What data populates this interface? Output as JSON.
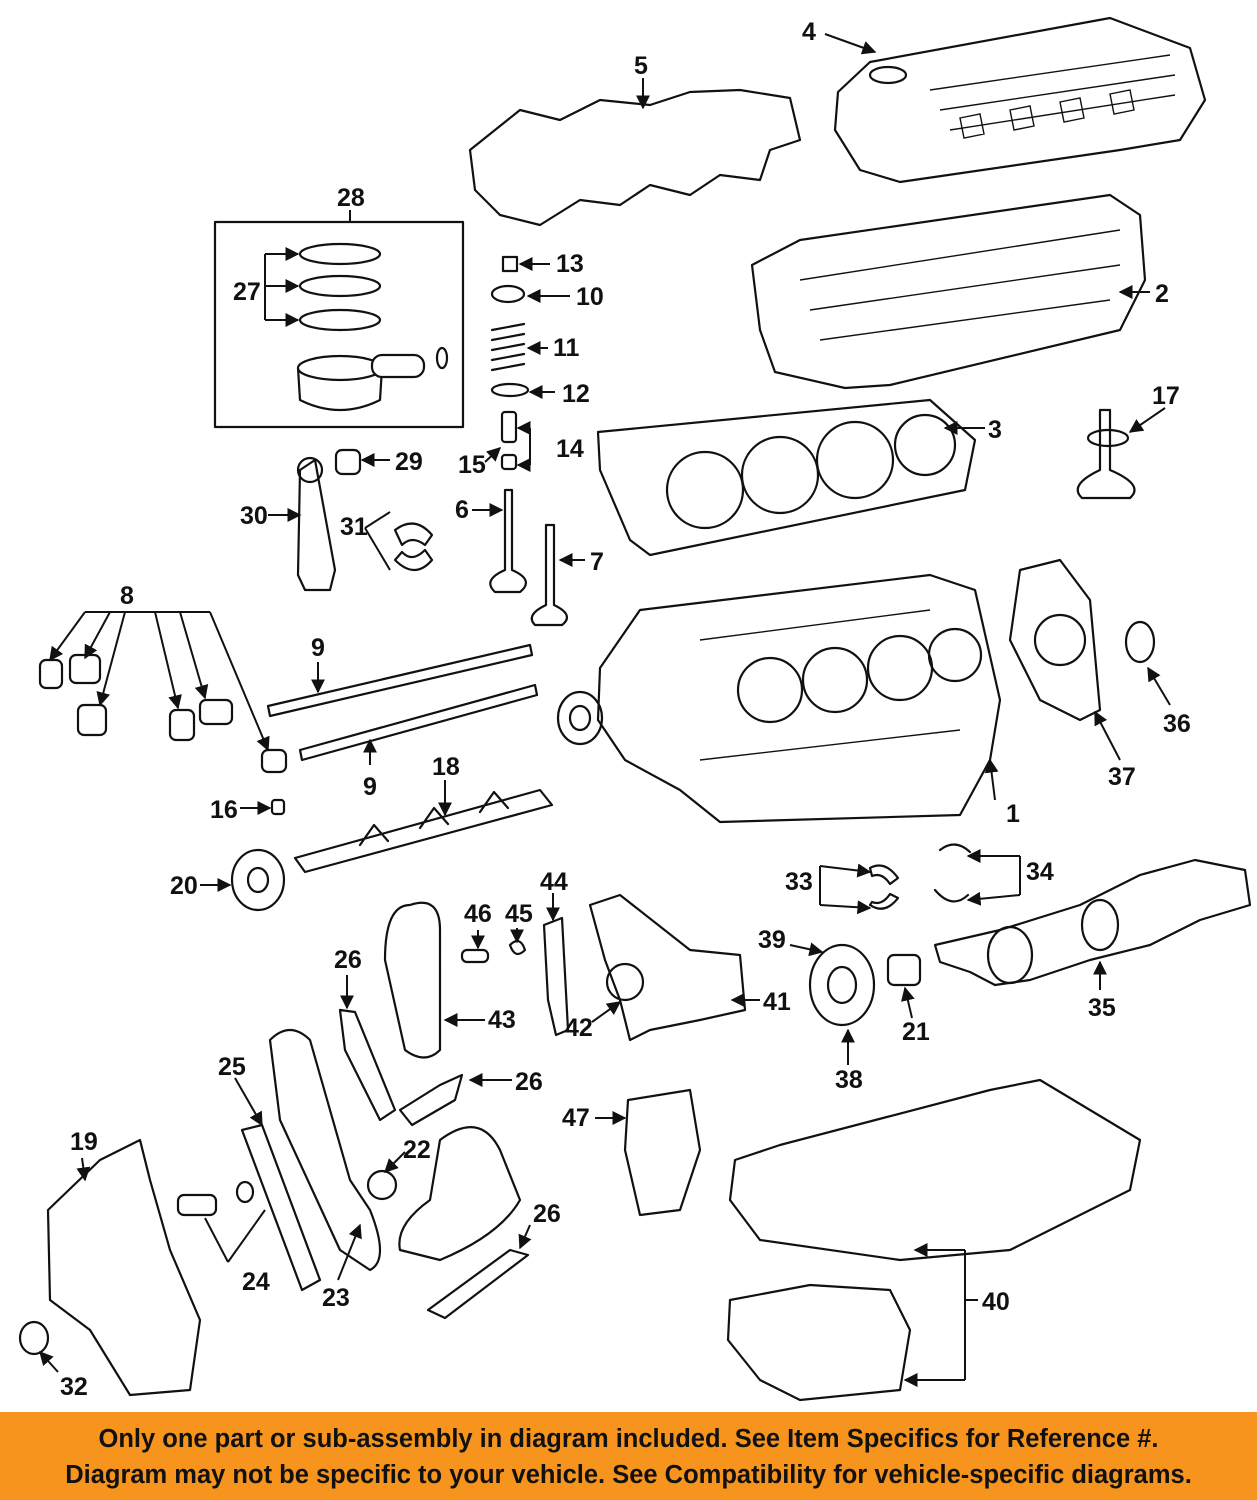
{
  "banner": {
    "line1": "Only one part or sub-assembly in diagram included. See Item Specifics for Reference #.",
    "line2": "Diagram may not be specific to your vehicle. See Compatibility for vehicle-specific diagrams."
  },
  "colors": {
    "banner_bg": "#f7941d",
    "ink": "#111111",
    "background": "#ffffff"
  },
  "callouts": [
    "1",
    "2",
    "3",
    "4",
    "5",
    "6",
    "7",
    "8",
    "9",
    "9",
    "10",
    "11",
    "12",
    "13",
    "14",
    "15",
    "16",
    "17",
    "18",
    "19",
    "20",
    "21",
    "22",
    "23",
    "24",
    "25",
    "26",
    "26",
    "26",
    "27",
    "28",
    "29",
    "30",
    "31",
    "32",
    "33",
    "34",
    "35",
    "36",
    "37",
    "38",
    "39",
    "40",
    "41",
    "42",
    "43",
    "44",
    "45",
    "46",
    "47"
  ]
}
